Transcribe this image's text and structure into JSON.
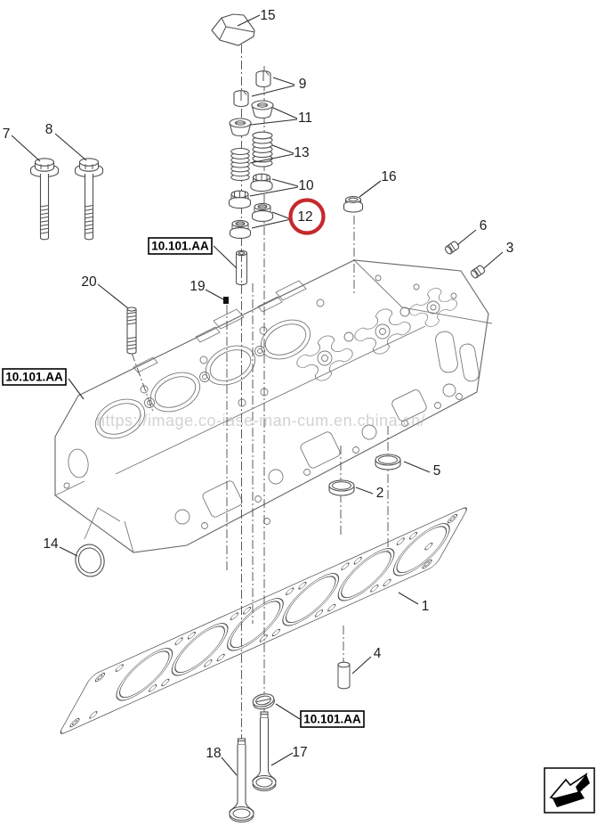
{
  "diagram": {
    "watermark": "https://image.co-iase-man-cum.en.china.cn/",
    "highlight_color": "#c5292e",
    "highlighted_part": "12"
  },
  "ref_boxes": {
    "valve_guide": "10.101.AA",
    "cylinder_head": "10.101.AA",
    "valve_seat": "10.101.AA"
  },
  "callouts": {
    "n1": "1",
    "n2": "2",
    "n3": "3",
    "n4": "4",
    "n5": "5",
    "n6": "6",
    "n7": "7",
    "n8": "8",
    "n9": "9",
    "n10": "10",
    "n11": "11",
    "n12": "12",
    "n13": "13",
    "n14": "14",
    "n15": "15",
    "n16": "16",
    "n17": "17",
    "n18": "18",
    "n19": "19",
    "n20": "20"
  }
}
